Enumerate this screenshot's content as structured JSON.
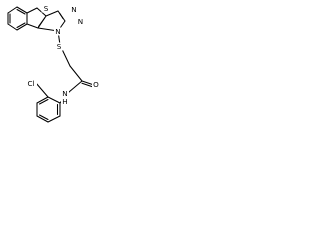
{
  "atoms": {
    "s_ring": "S",
    "n_ring_top": "N",
    "n_ring_right": "N",
    "n_fused": "N",
    "s_linker": "S",
    "o_carbonyl": "O",
    "n_amide": "N",
    "h_amide": "H",
    "cl_substituent": "Cl"
  },
  "colors": {
    "bond": "#000000",
    "label": "#000000",
    "background": "#ffffff"
  }
}
